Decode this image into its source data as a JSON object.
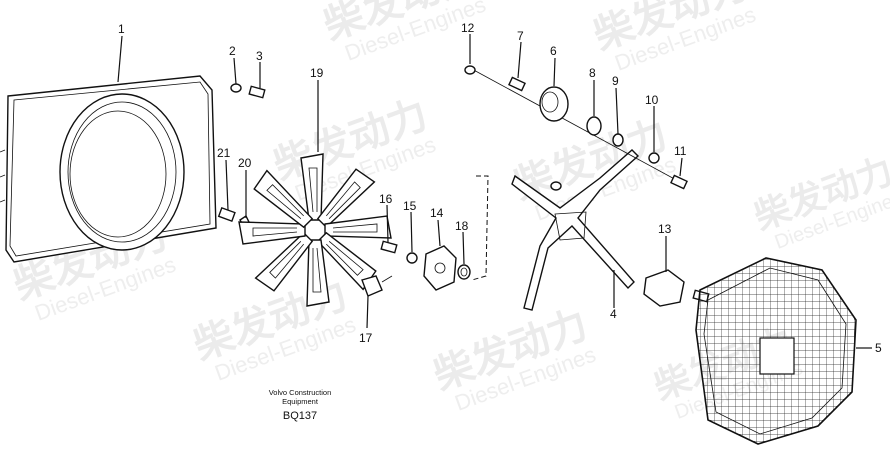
{
  "watermark": {
    "brand": "柴发动力",
    "sub": "Diesel-Engines"
  },
  "footer": {
    "line1": "Volvo Construction",
    "line2": "Equipment",
    "code": "BQ137"
  },
  "callouts": [
    {
      "id": "c1",
      "label": "1"
    },
    {
      "id": "c2",
      "label": "2"
    },
    {
      "id": "c3",
      "label": "3"
    },
    {
      "id": "c4",
      "label": "4"
    },
    {
      "id": "c5",
      "label": "5"
    },
    {
      "id": "c6",
      "label": "6"
    },
    {
      "id": "c7",
      "label": "7"
    },
    {
      "id": "c8",
      "label": "8"
    },
    {
      "id": "c9",
      "label": "9"
    },
    {
      "id": "c10",
      "label": "10"
    },
    {
      "id": "c11",
      "label": "11"
    },
    {
      "id": "c12",
      "label": "12"
    },
    {
      "id": "c13",
      "label": "13"
    },
    {
      "id": "c14",
      "label": "14"
    },
    {
      "id": "c15",
      "label": "15"
    },
    {
      "id": "c16",
      "label": "16"
    },
    {
      "id": "c17",
      "label": "17"
    },
    {
      "id": "c18",
      "label": "18"
    },
    {
      "id": "c19",
      "label": "19"
    },
    {
      "id": "c20",
      "label": "20"
    },
    {
      "id": "c21",
      "label": "21"
    }
  ]
}
